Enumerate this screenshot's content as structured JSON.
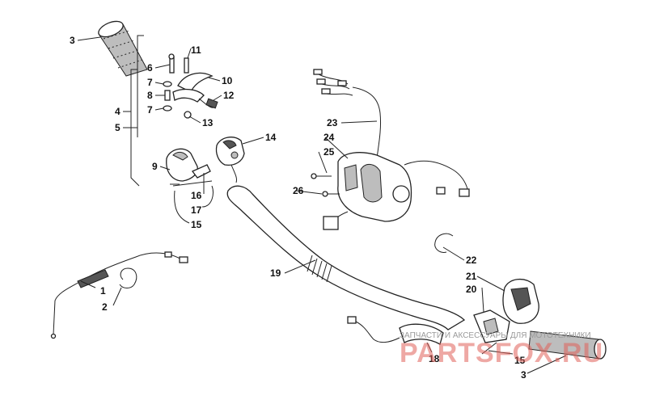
{
  "callouts": [
    {
      "id": "c1",
      "text": "1"
    },
    {
      "id": "c2",
      "text": "2"
    },
    {
      "id": "c3a",
      "text": "3"
    },
    {
      "id": "c3b",
      "text": "3"
    },
    {
      "id": "c4",
      "text": "4"
    },
    {
      "id": "c5",
      "text": "5"
    },
    {
      "id": "c6",
      "text": "6"
    },
    {
      "id": "c7a",
      "text": "7"
    },
    {
      "id": "c7b",
      "text": "7"
    },
    {
      "id": "c8",
      "text": "8"
    },
    {
      "id": "c9",
      "text": "9"
    },
    {
      "id": "c10",
      "text": "10"
    },
    {
      "id": "c11",
      "text": "11"
    },
    {
      "id": "c12",
      "text": "12"
    },
    {
      "id": "c13",
      "text": "13"
    },
    {
      "id": "c14",
      "text": "14"
    },
    {
      "id": "c15a",
      "text": "15"
    },
    {
      "id": "c15b",
      "text": "15"
    },
    {
      "id": "c16",
      "text": "16"
    },
    {
      "id": "c17",
      "text": "17"
    },
    {
      "id": "c18",
      "text": "18"
    },
    {
      "id": "c19",
      "text": "19"
    },
    {
      "id": "c20",
      "text": "20"
    },
    {
      "id": "c21",
      "text": "21"
    },
    {
      "id": "c22",
      "text": "22"
    },
    {
      "id": "c23",
      "text": "23"
    },
    {
      "id": "c24",
      "text": "24"
    },
    {
      "id": "c25",
      "text": "25"
    },
    {
      "id": "c26",
      "text": "26"
    }
  ],
  "watermark": {
    "brand": "PARTSFOX.RU",
    "tagline": "ЗАПЧАСТИ И АКСЕССУАРЫ ДЛЯ МОТОТЕХНИКИ"
  }
}
